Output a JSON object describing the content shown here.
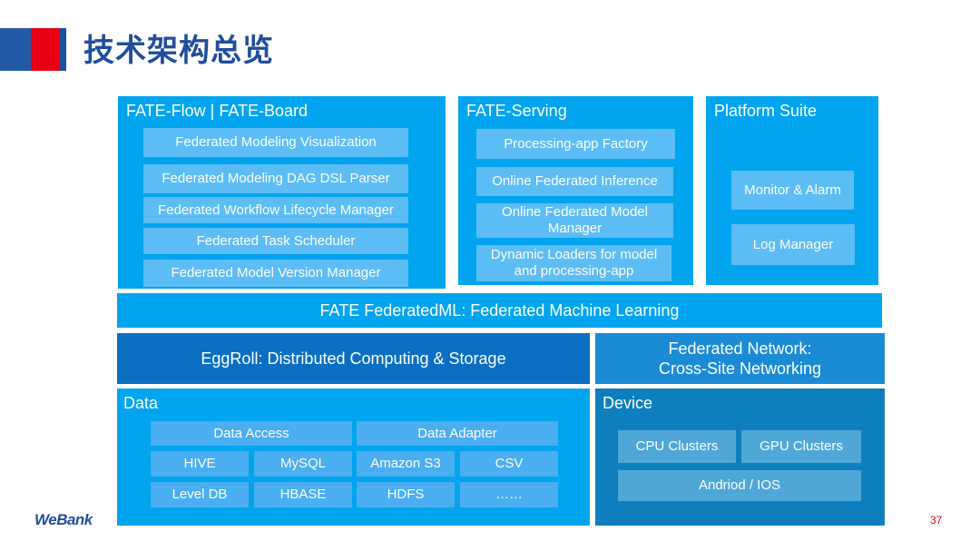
{
  "slide": {
    "title": "技术架构总览",
    "page_number": "37",
    "logo": "WeBank"
  },
  "flow_panel": {
    "title": "FATE-Flow | FATE-Board",
    "items": [
      "Federated Modeling Visualization",
      "Federated Modeling DAG DSL Parser",
      "Federated Workflow Lifecycle Manager",
      "Federated Task Scheduler",
      "Federated Model Version Manager"
    ]
  },
  "serving_panel": {
    "title": "FATE-Serving",
    "items": [
      "Processing-app Factory",
      "Online Federated Inference",
      "Online Federated Model Manager",
      "Dynamic Loaders for model and processing-app"
    ]
  },
  "platform_panel": {
    "title": "Platform Suite",
    "items": [
      "Monitor & Alarm",
      "Log Manager"
    ]
  },
  "federatedml_bar": "FATE FederatedML:  Federated Machine Learning",
  "eggroll_bar": "EggRoll: Distributed Computing & Storage",
  "network_bar": {
    "line1": "Federated Network:",
    "line2": "Cross-Site Networking"
  },
  "data_panel": {
    "title": "Data",
    "headers": [
      "Data   Access",
      "Data  Adapter"
    ],
    "rows": [
      [
        "HIVE",
        "MySQL",
        "Amazon S3",
        "CSV"
      ],
      [
        "Level DB",
        "HBASE",
        "HDFS",
        "……"
      ]
    ]
  },
  "device_panel": {
    "title": "Device",
    "items": [
      "CPU Clusters",
      "GPU Clusters",
      "Andriod / IOS"
    ]
  },
  "colors": {
    "title": "#1f4e9c",
    "top_panels": "#00a4ef",
    "chips": "#5cbdf5",
    "eggroll": "#0a6fc3",
    "device": "#0e7fbd",
    "accent_red": "#e60012"
  }
}
